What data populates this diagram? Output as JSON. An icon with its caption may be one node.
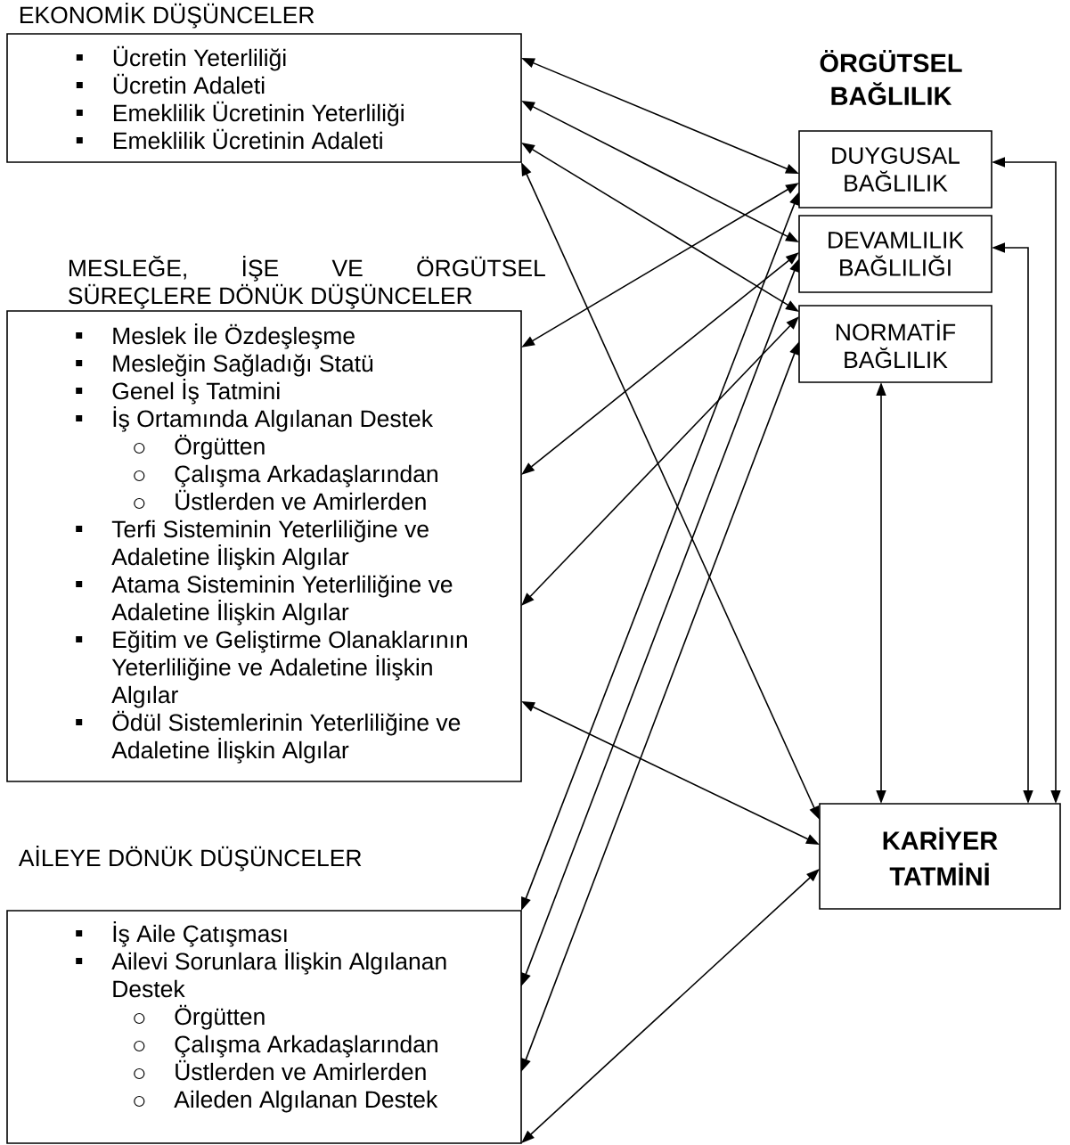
{
  "diagram": {
    "nodes": [
      {
        "text": [
          "EKONOMİK DÜŞÜNCELER",
          "Ücretin Yeterliliği",
          "Ücretin Adaleti",
          "Emeklilik Ücretinin Yeterliliği",
          "Emeklilik Ücretinin Adaleti"
        ]
      },
      {
        "text": [
          "MESLEĞE, İŞE VE ÖRGÜTSEL SÜREÇLERE DÖNÜK DÜŞÜNCELER",
          "Meslek İle Özdeşleşme",
          "Mesleğin Sağladığı Statü",
          "Genel İş Tatmini",
          "İş Ortamında Algılanan Destek",
          "Örgütten",
          "Çalışma Arkadaşlarından",
          "Üstlerden ve Amirlerden",
          "Terfi Sisteminin Yeterliliğine ve Adaletine İlişkin Algılar",
          "Atama Sisteminin Yeterliliğine ve Adaletine İlişkin Algılar",
          "Eğitim ve Geliştirme Olanaklarının Yeterliliğine ve Adaletine İlişkin Algılar",
          "Ödül Sistemlerinin Yeterliliğine ve Adaletine İlişkin Algılar"
        ]
      },
      {
        "text": [
          "AİLEYE DÖNÜK DÜŞÜNCELER",
          "İş Aile Çatışması",
          "Ailevi Sorunlara İlişkin Algılanan Destek",
          "Örgütten",
          "Çalışma Arkadaşlarından",
          "Üstlerden ve Amirlerden",
          "Aileden Algılanan Destek"
        ]
      },
      {
        "text": [
          "DUYGUSAL BAĞLILIK"
        ]
      },
      {
        "text": [
          "DEVAMLILIK BAĞLILIĞI"
        ]
      },
      {
        "text": [
          "NORMATİF BAĞLILIK"
        ]
      },
      {
        "text": [
          "KARİYER TATMİNİ"
        ]
      }
    ],
    "edges": [
      {
        "from": 0,
        "to": 3,
        "arrow": "both"
      },
      {
        "from": 0,
        "to": 4,
        "arrow": "both"
      },
      {
        "from": 0,
        "to": 5,
        "arrow": "both"
      },
      {
        "from": 0,
        "to": 6,
        "arrow": "both"
      },
      {
        "from": 1,
        "to": 3,
        "arrow": "both"
      },
      {
        "from": 1,
        "to": 4,
        "arrow": "both"
      },
      {
        "from": 1,
        "to": 5,
        "arrow": "both"
      },
      {
        "from": 1,
        "to": 6,
        "arrow": "both"
      },
      {
        "from": 2,
        "to": 3,
        "arrow": "both"
      },
      {
        "from": 2,
        "to": 4,
        "arrow": "both"
      },
      {
        "from": 2,
        "to": 5,
        "arrow": "both"
      },
      {
        "from": 2,
        "to": 6,
        "arrow": "both"
      },
      {
        "from": 3,
        "to": 6,
        "arrow": "both"
      },
      {
        "from": 4,
        "to": 6,
        "arrow": "both"
      },
      {
        "from": 5,
        "to": 6,
        "arrow": "both"
      }
    ],
    "labels": [
      "ÖRGÜTSEL BAĞLILIK"
    ]
  }
}
